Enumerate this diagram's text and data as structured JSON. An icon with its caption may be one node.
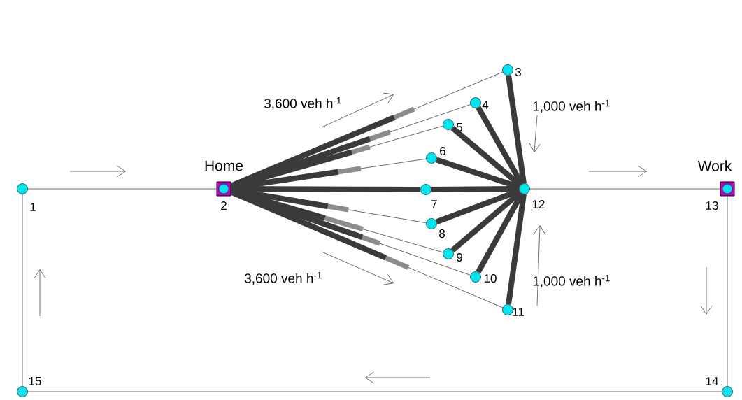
{
  "diagram": {
    "nodes": [
      {
        "text": [
          "1"
        ]
      },
      {
        "text": [
          "Home",
          "2"
        ]
      },
      {
        "text": [
          "3"
        ]
      },
      {
        "text": [
          "4"
        ]
      },
      {
        "text": [
          "5"
        ]
      },
      {
        "text": [
          "6"
        ]
      },
      {
        "text": [
          "7"
        ]
      },
      {
        "text": [
          "8"
        ]
      },
      {
        "text": [
          "9"
        ]
      },
      {
        "text": [
          "10"
        ]
      },
      {
        "text": [
          "11"
        ]
      },
      {
        "text": [
          "12"
        ]
      },
      {
        "text": [
          "Work",
          "13"
        ]
      },
      {
        "text": [
          "14"
        ]
      },
      {
        "text": [
          "15"
        ]
      }
    ],
    "edges": [
      {
        "from": 0,
        "to": 1,
        "arrow": "none"
      },
      {
        "from": 1,
        "to": 2,
        "arrow": "none"
      },
      {
        "from": 1,
        "to": 3,
        "arrow": "none"
      },
      {
        "from": 1,
        "to": 4,
        "arrow": "none"
      },
      {
        "from": 1,
        "to": 5,
        "arrow": "none"
      },
      {
        "from": 1,
        "to": 6,
        "arrow": "none"
      },
      {
        "from": 1,
        "to": 7,
        "arrow": "none"
      },
      {
        "from": 1,
        "to": 8,
        "arrow": "none"
      },
      {
        "from": 1,
        "to": 9,
        "arrow": "none"
      },
      {
        "from": 1,
        "to": 10,
        "arrow": "none"
      },
      {
        "from": 2,
        "to": 11,
        "arrow": "none"
      },
      {
        "from": 3,
        "to": 11,
        "arrow": "none"
      },
      {
        "from": 4,
        "to": 11,
        "arrow": "none"
      },
      {
        "from": 5,
        "to": 11,
        "arrow": "none"
      },
      {
        "from": 6,
        "to": 11,
        "arrow": "none"
      },
      {
        "from": 7,
        "to": 11,
        "arrow": "none"
      },
      {
        "from": 8,
        "to": 11,
        "arrow": "none"
      },
      {
        "from": 9,
        "to": 11,
        "arrow": "none"
      },
      {
        "from": 10,
        "to": 11,
        "arrow": "none"
      },
      {
        "from": 11,
        "to": 12,
        "arrow": "none"
      },
      {
        "from": 12,
        "to": 13,
        "arrow": "none"
      },
      {
        "from": 13,
        "to": 14,
        "arrow": "none"
      },
      {
        "from": 14,
        "to": 0,
        "arrow": "none"
      }
    ],
    "labels": [
      "3,600 veh h$^{-1}$",
      "1,000 veh h$^{-1}$",
      "3,600 veh h$^{-1}$",
      "1,000 veh h$^{-1}$"
    ]
  }
}
